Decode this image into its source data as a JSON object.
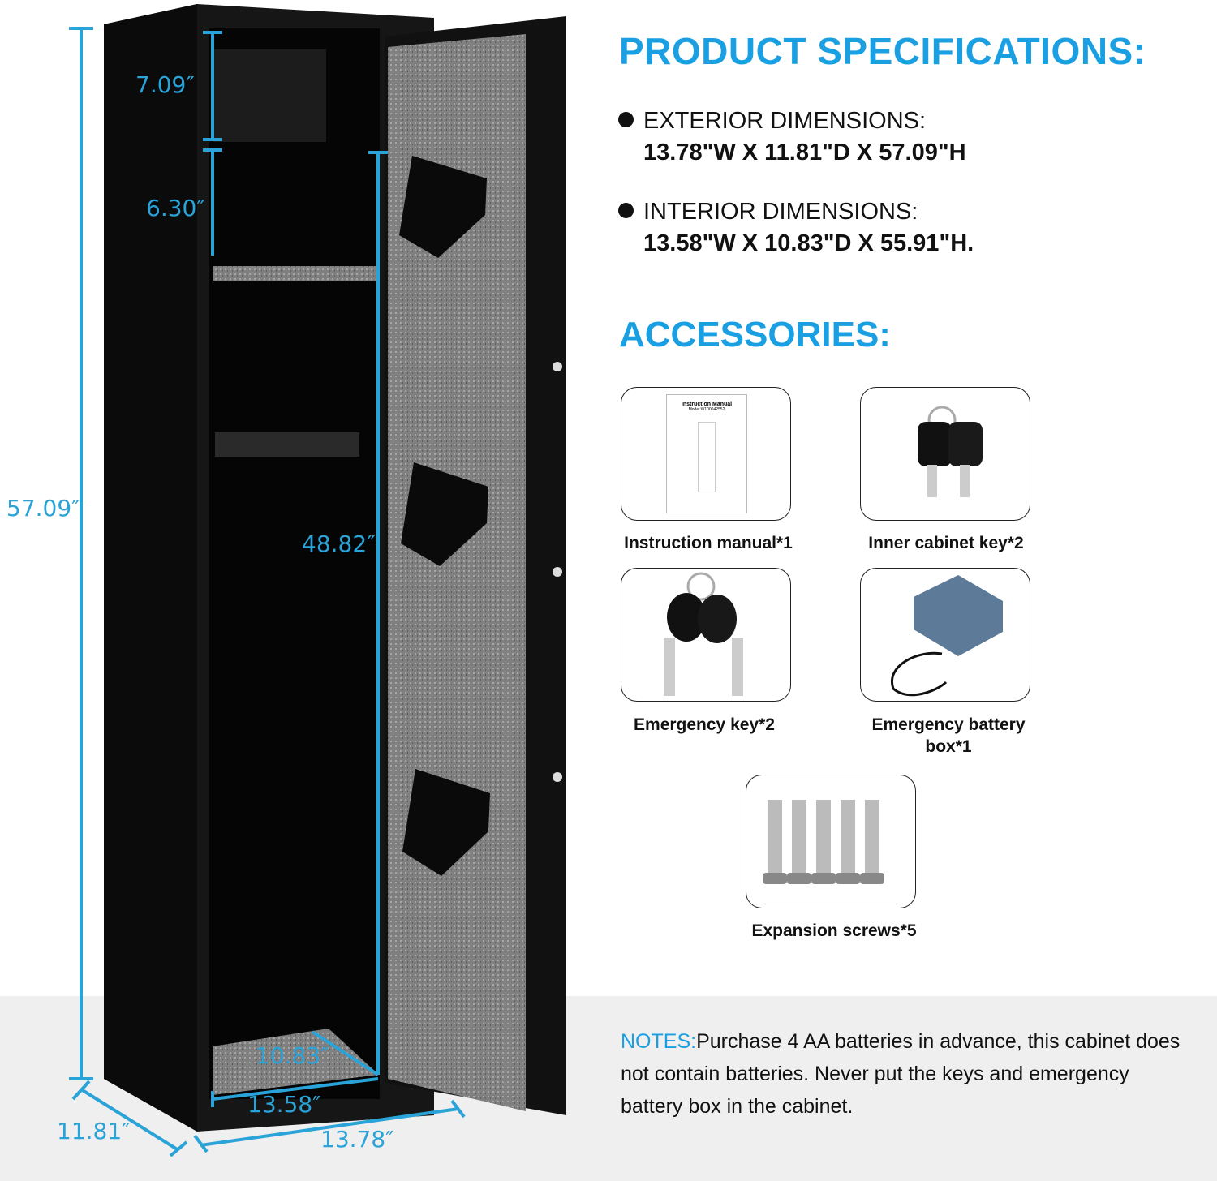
{
  "dimensions": {
    "compartment_height": "7.09″",
    "shelf_gap": "6.30″",
    "total_height": "57.09″",
    "interior_height": "48.82″",
    "interior_depth": "10.83″",
    "interior_width": "13.58″",
    "exterior_depth": "11.81″",
    "exterior_width": "13.78″"
  },
  "specs": {
    "title": "PRODUCT SPECIFICATIONS:",
    "items": [
      {
        "label": "EXTERIOR DIMENSIONS:",
        "value": "13.78\"W X 11.81\"D X 57.09\"H"
      },
      {
        "label": "INTERIOR DIMENSIONS:",
        "value": "13.58\"W X 10.83\"D X 55.91\"H."
      }
    ]
  },
  "accessories": {
    "title": "ACCESSORIES:",
    "items": [
      {
        "label": "Instruction manual*1",
        "icon": "manual-icon"
      },
      {
        "label": "Inner cabinet key*2",
        "icon": "key-icon"
      },
      {
        "label": "Emergency key*2",
        "icon": "key-icon"
      },
      {
        "label": "Emergency battery box*1",
        "icon": "battery-box-icon"
      },
      {
        "label": "Expansion screws*5",
        "icon": "screw-icon"
      }
    ],
    "manual_title": "Instruction Manual",
    "manual_model": "Model:W100042552"
  },
  "notes": {
    "label": "NOTES:",
    "text": "Purchase 4 AA batteries in advance, this cabinet does not contain batteries. Never put the keys and emergency battery box in the cabinet."
  },
  "colors": {
    "accent": "#1aa0e2",
    "dimension": "#2aa3d8",
    "safe": "#141414",
    "felt": "#8a8a8a"
  }
}
